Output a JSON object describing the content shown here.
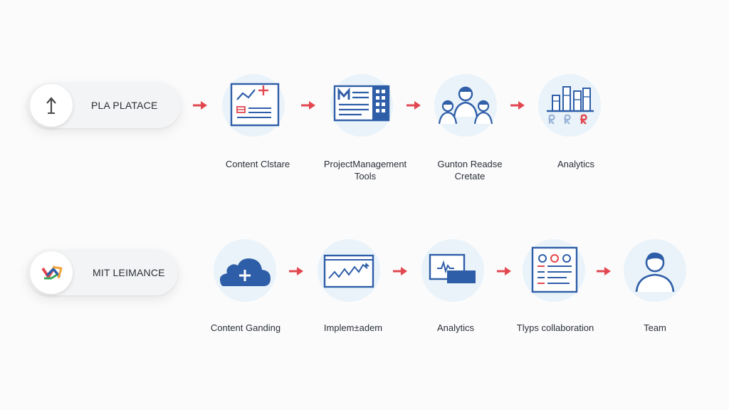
{
  "rows": [
    {
      "pill": {
        "label": "PLA PLATACE",
        "icon": "upload-arrow-icon"
      },
      "steps": [
        {
          "label": "Content Clstare",
          "icon": "chart-document-icon"
        },
        {
          "label": "ProjectManagement\nTools",
          "icon": "kanban-board-icon"
        },
        {
          "label": "Gunton Readse\nCretate",
          "icon": "team-group-icon"
        },
        {
          "label": "Analytics",
          "icon": "bar-chart-icon"
        }
      ]
    },
    {
      "pill": {
        "label": "MIT LEIMANCE",
        "icon": "multicolor-logo-icon"
      },
      "steps": [
        {
          "label": "Content Ganding",
          "icon": "cloud-plus-icon"
        },
        {
          "label": "Implem±adem",
          "icon": "line-chart-window-icon"
        },
        {
          "label": "Analytics",
          "icon": "monitor-chart-icon"
        },
        {
          "label": "Tlyps collaboration",
          "icon": "dashboard-checklist-icon"
        },
        {
          "label": "Team",
          "icon": "user-avatar-icon"
        }
      ]
    }
  ],
  "colors": {
    "primary_blue": "#2f5ea8",
    "arrow_red": "#e2474f",
    "node_bg": "#e9f3f9",
    "pill_bg": "#f3f4f5"
  }
}
